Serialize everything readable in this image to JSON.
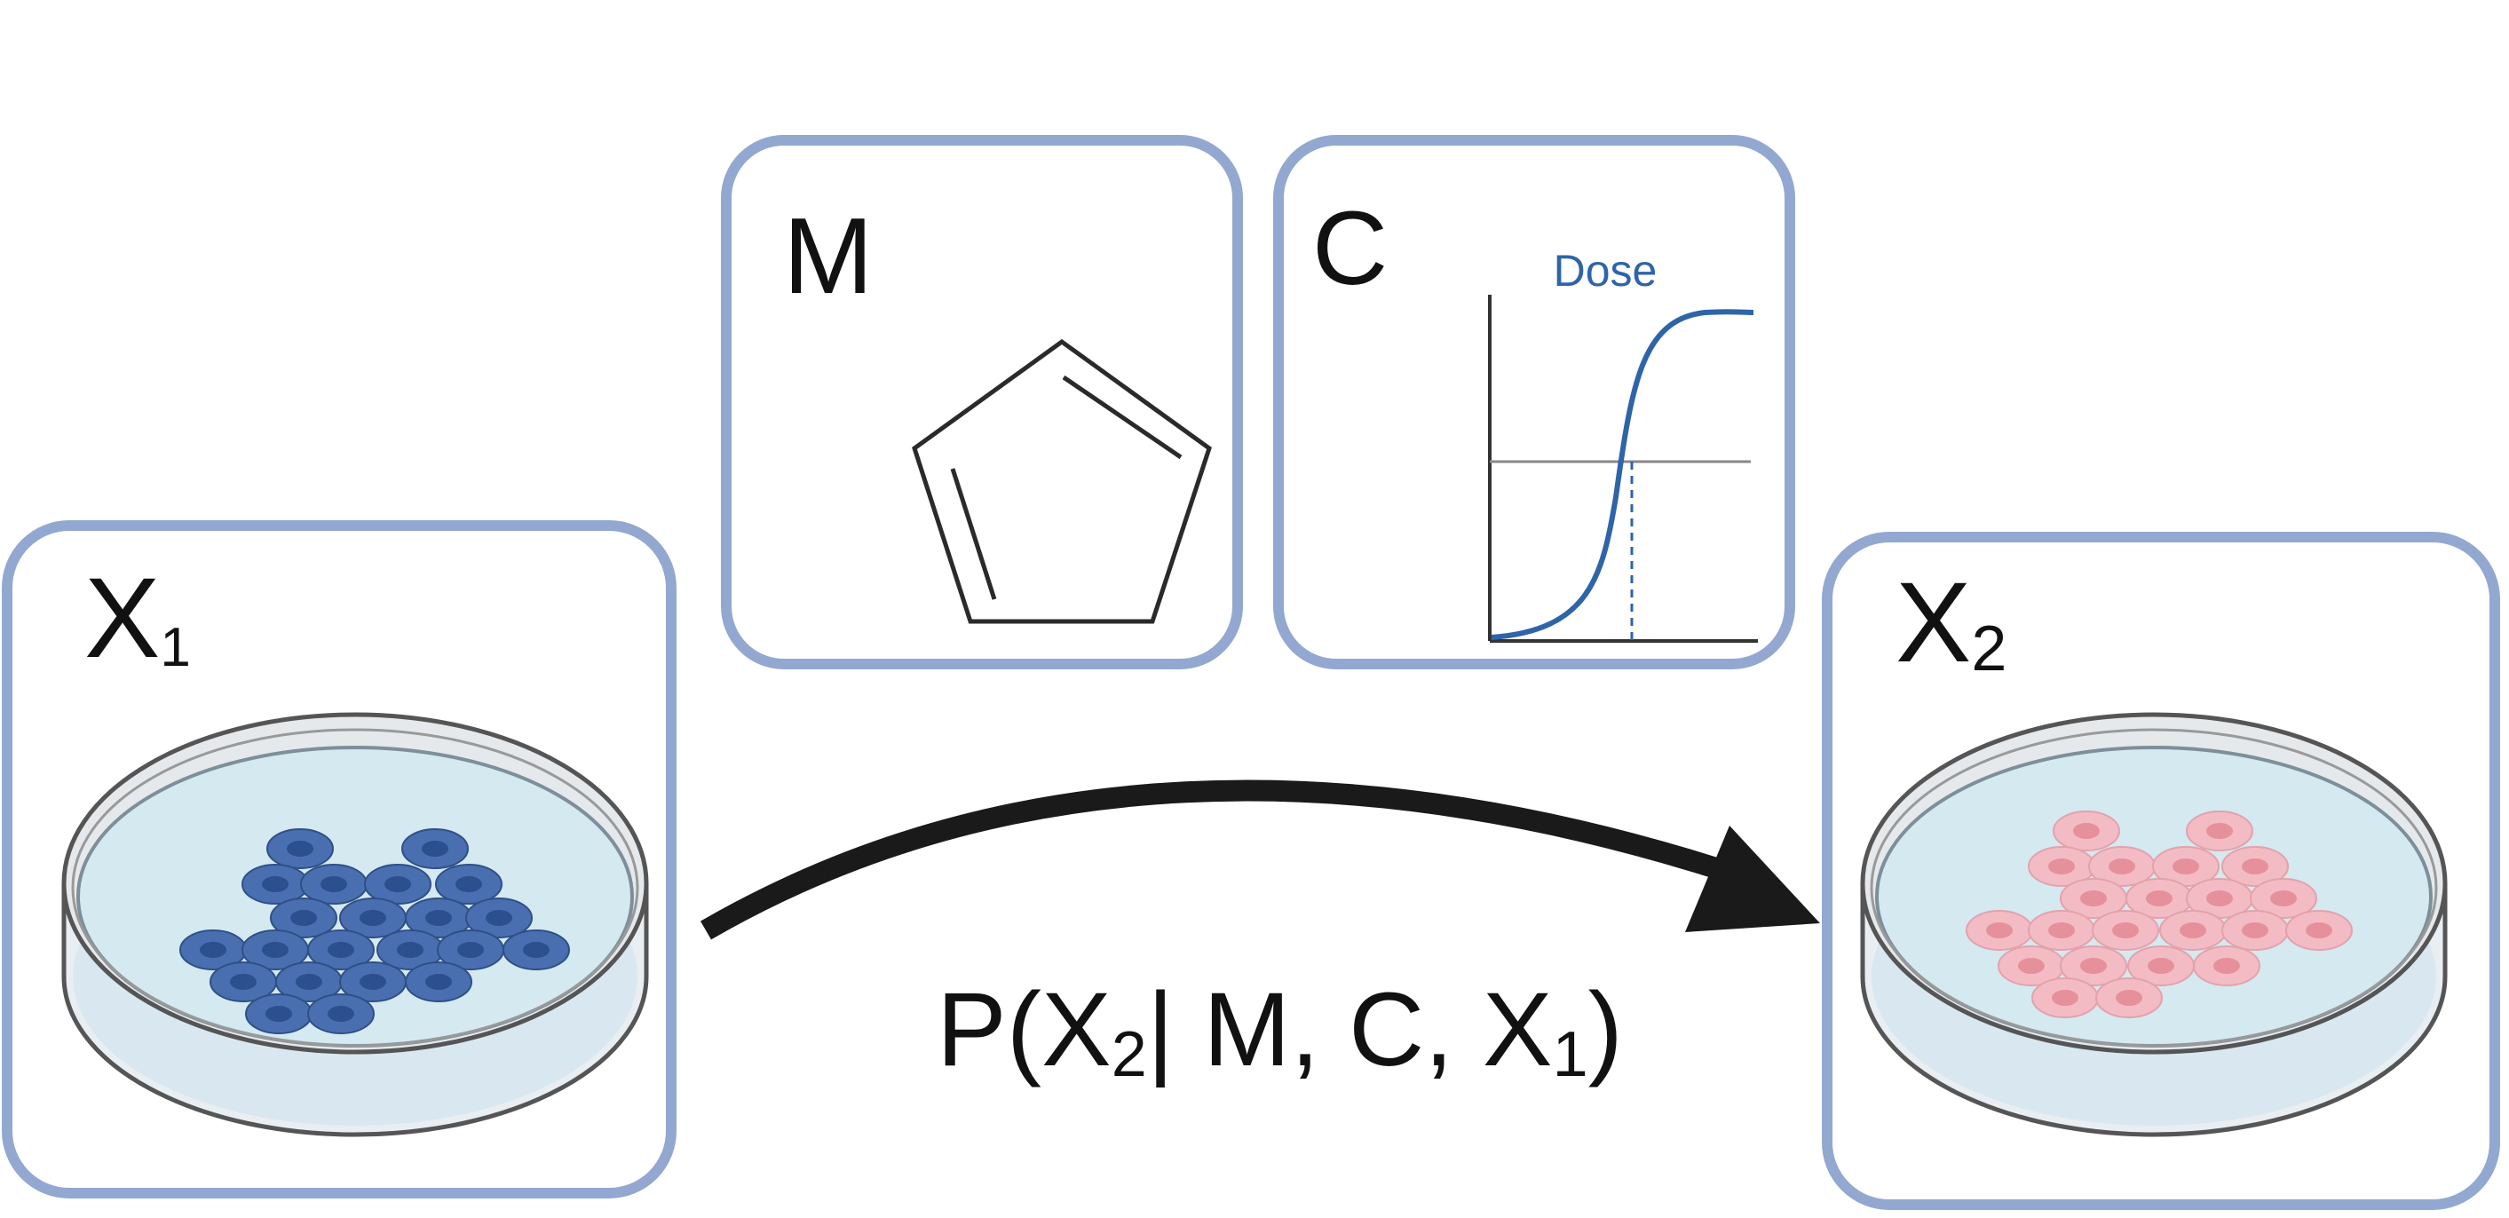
{
  "panels": {
    "x1": {
      "letter": "X",
      "subscript": "1"
    },
    "m": {
      "letter": "M"
    },
    "c": {
      "letter": "C",
      "curve_label": "Dose"
    },
    "x2": {
      "letter": "X",
      "subscript": "2"
    }
  },
  "formula": {
    "p_open": "P(",
    "x2_letter": "X",
    "x2_sub": "2",
    "mid": "| M, C, ",
    "x1_letter": "X",
    "x1_sub": "1",
    "close": ")"
  },
  "colors": {
    "box_border": "#92a8d0",
    "dose_curve": "#2e64a8",
    "arrow": "#1a1a1a",
    "cells_before": "#4a6fb0",
    "cells_after": "#f2b8c0",
    "dish_medium": "#d4e9f0"
  },
  "icons": {
    "molecule": "cyclopentadiene-ring",
    "dose_chart": "sigmoid-dose-response",
    "dish_before": "petri-dish-blue-cells",
    "dish_after": "petri-dish-pink-cells"
  }
}
